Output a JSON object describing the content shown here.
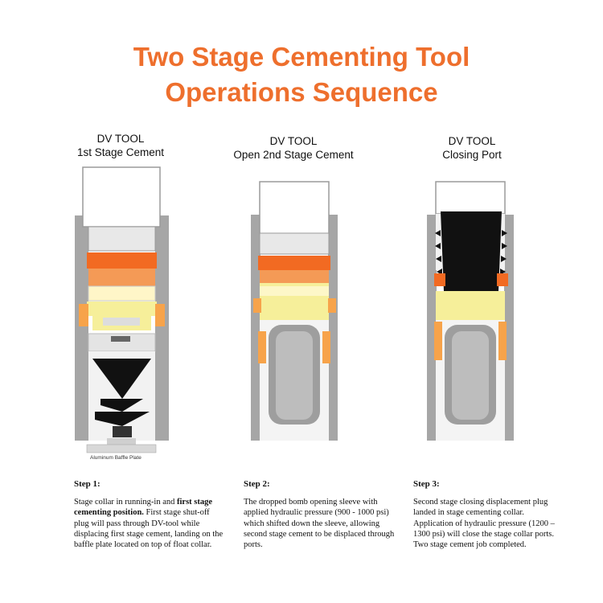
{
  "title": {
    "line1": "Two Stage Cementing Tool",
    "line2": "Operations Sequence"
  },
  "columns": [
    {
      "heading_line1": "DV TOOL",
      "heading_line2": "1st Stage Cement",
      "step_label": "Step 1:",
      "step_text_1": "Stage collar in running-in and ",
      "step_text_bold": "first stage cementing position.",
      "step_text_2": " First stage shut-off plug will pass through DV-tool while displacing first stage cement, landing on the baffle plate located on top of float collar.",
      "annotation": "Aluminum Baffle Plate"
    },
    {
      "heading_line1": "DV TOOL",
      "heading_line2": "Open 2nd Stage Cement",
      "step_label": "Step 2:",
      "step_text": "The dropped bomb opening sleeve with applied hydraulic pressure (900 - 1000 psi) which shifted down the sleeve, allowing second stage cement to be displaced through ports."
    },
    {
      "heading_line1": "DV TOOL",
      "heading_line2": "Closing Port",
      "step_label": "Step 3:",
      "step_text": "Second stage closing displacement plug landed in stage cementing collar. Application of hydraulic pressure (1200 – 1300 psi) will close the stage collar ports. Two stage cement job completed."
    }
  ],
  "colors": {
    "title": "#ee6f2d",
    "orange_sleeve": "#f26a22",
    "yellow_sleeve": "#f6ef9a",
    "housing_gray": "#a6a6a6",
    "plug_black": "#111111"
  }
}
